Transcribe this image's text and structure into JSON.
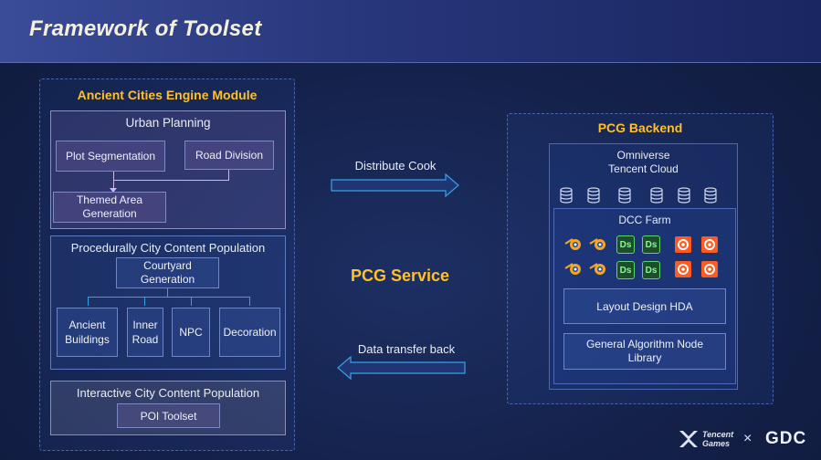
{
  "slide_title": "Framework of Toolset",
  "left": {
    "title": "Ancient Cities Engine Module",
    "urban": {
      "title": "Urban Planning",
      "plot": "Plot Segmentation",
      "road": "Road Division",
      "themed": "Themed Area Generation"
    },
    "procedural": {
      "title": "Procedurally City Content Population",
      "courtyard": "Courtyard Generation",
      "children": [
        "Ancient Buildings",
        "Inner Road",
        "NPC",
        "Decoration"
      ]
    },
    "interactive": {
      "title": "Interactive City Content Population",
      "poi": "POI Toolset"
    }
  },
  "middle": {
    "distribute": "Distribute Cook",
    "service": "PCG Service",
    "transfer": "Data transfer back"
  },
  "right": {
    "title": "PCG Backend",
    "omniverse_line1": "Omniverse",
    "omniverse_line2": "Tencent Cloud",
    "dcc": "DCC Farm",
    "layout": "Layout Design HDA",
    "general": "General Algorithm Node Library",
    "ds_label": "Ds"
  },
  "footer": {
    "brand1": "Tencent",
    "brand2": "Games",
    "cross": "×",
    "gdc": "GDC"
  },
  "colors": {
    "accent": "#ffc02a",
    "arrow": "#3aa0e6",
    "blender": "#f5a623",
    "houdini": "#ff5a1f",
    "substance": "#1e4d2b"
  }
}
